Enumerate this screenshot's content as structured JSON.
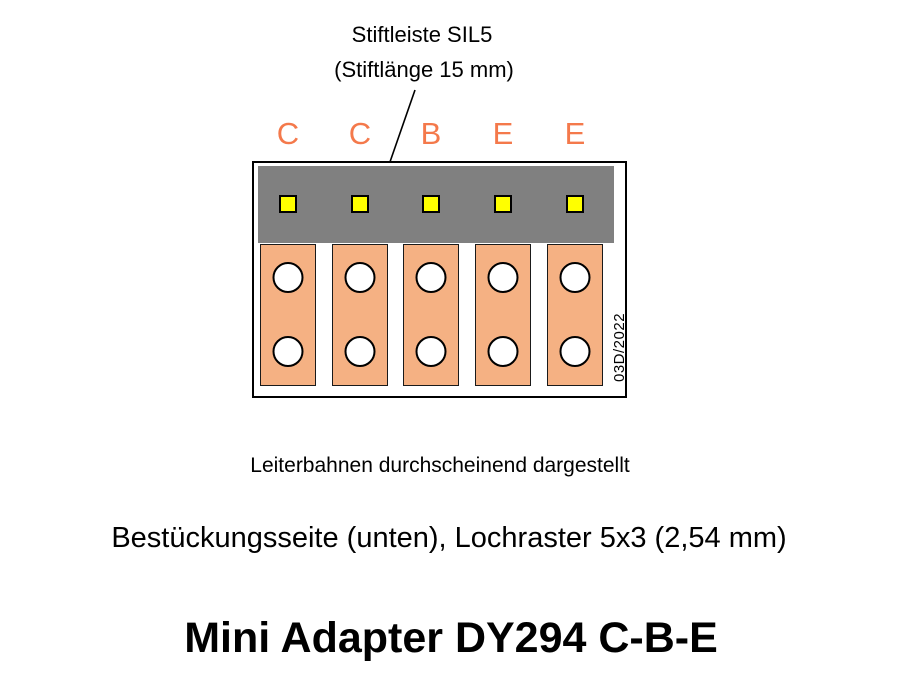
{
  "labels": {
    "header_line1": "Stiftleiste SIL5",
    "header_line2": "(Stiftlänge 15 mm)",
    "note": "Leiterbahnen durchscheinend dargestellt",
    "subtitle": "Bestückungsseite (unten), Lochraster 5x3 (2,54 mm)",
    "title": "Mini Adapter DY294 C-B-E",
    "date_code": "03D/2022"
  },
  "pins": [
    "C",
    "C",
    "B",
    "E",
    "E"
  ],
  "colors": {
    "pin_label": "#F4794B",
    "trace": "#F5B183",
    "header_strip": "#808080",
    "pin_square": "#FFFF00"
  }
}
